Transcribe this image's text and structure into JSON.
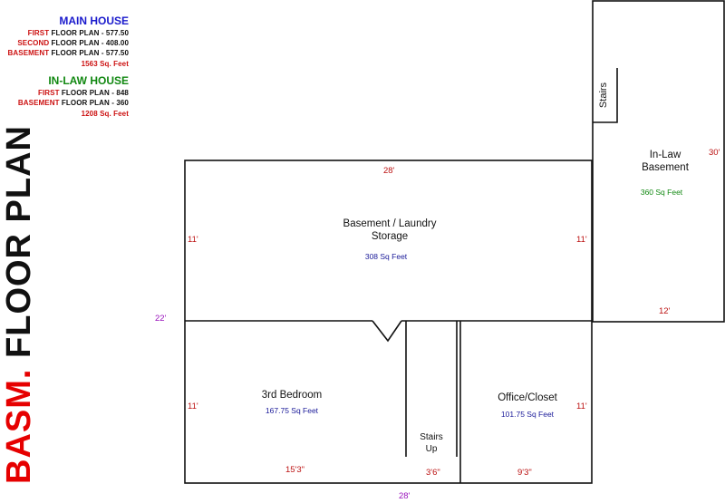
{
  "legend": {
    "main_house": {
      "title": "MAIN HOUSE",
      "lines": [
        {
          "key": "FIRST",
          "rest": " FLOOR PLAN - 577.50"
        },
        {
          "key": "SECOND",
          "rest": " FLOOR PLAN - 408.00"
        },
        {
          "key": "BASEMENT",
          "rest": " FLOOR PLAN - 577.50"
        }
      ],
      "total": "1563 Sq. Feet"
    },
    "inlaw_house": {
      "title": "IN-LAW HOUSE",
      "lines": [
        {
          "key": "FIRST",
          "rest": " FLOOR PLAN - 848"
        },
        {
          "key": "BASEMENT",
          "rest": " FLOOR PLAN - 360"
        }
      ],
      "total": "1208 Sq. Feet"
    }
  },
  "title": {
    "part1": "BASM.",
    "part2": "FLOOR PLAN"
  },
  "rooms": {
    "basement_laundry": {
      "name_line1": "Basement / Laundry",
      "name_line2": "Storage",
      "area": "308 Sq Feet"
    },
    "inlaw_basement": {
      "name_line1": "In-Law",
      "name_line2": "Basement",
      "area": "360 Sq Feet"
    },
    "bedroom": {
      "name": "3rd Bedroom",
      "area": "167.75 Sq Feet"
    },
    "office": {
      "name": "Office/Closet",
      "area": "101.75 Sq Feet"
    },
    "stairs_up": {
      "line1": "Stairs",
      "line2": "Up"
    },
    "stairs_inlaw": {
      "label": "Stairs"
    }
  },
  "dimensions": {
    "top_width": "28'",
    "left_upper": "11'",
    "right_upper": "11'",
    "overall_height": "22'",
    "left_lower": "11'",
    "right_lower": "11'",
    "bedroom_width": "15'3\"",
    "stairs_width": "3'6\"",
    "office_width": "9'3\"",
    "bottom_width": "28'",
    "inlaw_height": "30'",
    "inlaw_width": "12'"
  },
  "colors": {
    "title_red": "#e60000",
    "main_house_blue": "#1a1acc",
    "inlaw_green": "#118811",
    "dimension_red": "#bb1111",
    "dimension_purple": "#9911bb",
    "area_blue": "#1a1a99",
    "area_green": "#118811"
  }
}
